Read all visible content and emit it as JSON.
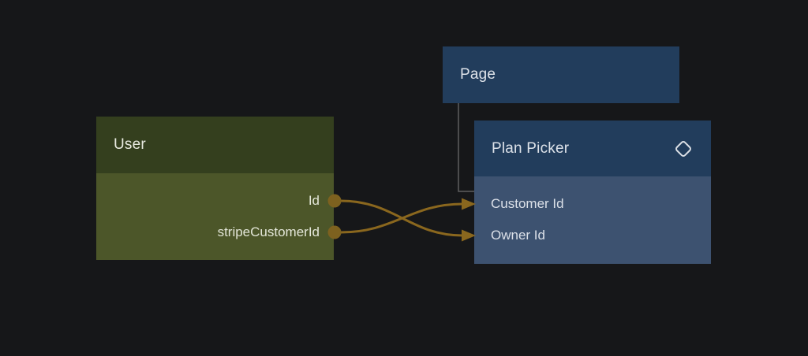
{
  "canvas": {
    "background": "#161719"
  },
  "nodes": {
    "user": {
      "title": "User",
      "header_color": "#343f1e",
      "body_color": "#4c5629",
      "fields": [
        {
          "label": "Id"
        },
        {
          "label": "stripeCustomerId"
        }
      ]
    },
    "page": {
      "title": "Page",
      "color": "#223d5c"
    },
    "plan_picker": {
      "title": "Plan Picker",
      "icon": "diamond-icon",
      "header_color": "#223d5c",
      "body_color": "#3d5270",
      "fields": [
        {
          "label": "Customer Id"
        },
        {
          "label": "Owner Id"
        }
      ]
    }
  },
  "connections": [
    {
      "from": "User.Id",
      "to": "Plan Picker.Owner Id",
      "color": "#8a671e"
    },
    {
      "from": "User.stripeCustomerId",
      "to": "Plan Picker.Customer Id",
      "color": "#8a671e"
    }
  ],
  "colors": {
    "port": "#7d611f",
    "wire": "#8a671e",
    "link_line": "#5f5f5f",
    "icon_stroke": "#dce0e6"
  }
}
